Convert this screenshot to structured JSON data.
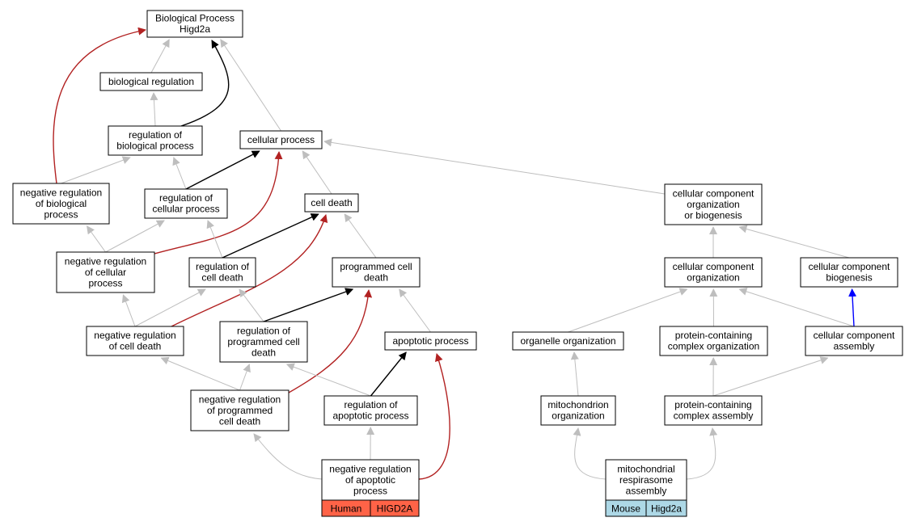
{
  "colors": {
    "grey_edge": "#bebebe",
    "black_edge": "#000000",
    "red_edge": "#b22222",
    "blue_edge": "#0000ff",
    "human_fill": "#ff6347",
    "mouse_fill": "#add8e6",
    "node_fill": "#ffffff",
    "node_stroke": "#000000"
  },
  "nodes": [
    {
      "id": "bp",
      "lines": [
        "Biological Process",
        "Higd2a"
      ]
    },
    {
      "id": "bioreg",
      "lines": [
        "biological regulation"
      ]
    },
    {
      "id": "regbp",
      "lines": [
        "regulation of",
        "biological process"
      ]
    },
    {
      "id": "cellproc",
      "lines": [
        "cellular process"
      ]
    },
    {
      "id": "negregbp",
      "lines": [
        "negative regulation",
        "of biological",
        "process"
      ]
    },
    {
      "id": "regcp",
      "lines": [
        "regulation of",
        "cellular process"
      ]
    },
    {
      "id": "celldeath",
      "lines": [
        "cell death"
      ]
    },
    {
      "id": "ccob",
      "lines": [
        "cellular component",
        "organization",
        "or biogenesis"
      ]
    },
    {
      "id": "negregcp",
      "lines": [
        "negative regulation",
        "of cellular",
        "process"
      ]
    },
    {
      "id": "regcd",
      "lines": [
        "regulation of",
        "cell death"
      ]
    },
    {
      "id": "pcd",
      "lines": [
        "programmed cell",
        "death"
      ]
    },
    {
      "id": "cco",
      "lines": [
        "cellular component",
        "organization"
      ]
    },
    {
      "id": "ccb",
      "lines": [
        "cellular component",
        "biogenesis"
      ]
    },
    {
      "id": "negregcd",
      "lines": [
        "negative regulation",
        "of cell death"
      ]
    },
    {
      "id": "regpcd",
      "lines": [
        "regulation of",
        "programmed cell",
        "death"
      ]
    },
    {
      "id": "apop",
      "lines": [
        "apoptotic process"
      ]
    },
    {
      "id": "orgorg",
      "lines": [
        "organelle organization"
      ]
    },
    {
      "id": "pcco",
      "lines": [
        "protein-containing",
        "complex organization"
      ]
    },
    {
      "id": "cca",
      "lines": [
        "cellular component",
        "assembly"
      ]
    },
    {
      "id": "negregpcd",
      "lines": [
        "negative regulation",
        "of programmed",
        "cell death"
      ]
    },
    {
      "id": "regap",
      "lines": [
        "regulation of",
        "apoptotic process"
      ]
    },
    {
      "id": "mitoorg",
      "lines": [
        "mitochondrion",
        "organization"
      ]
    },
    {
      "id": "pcca",
      "lines": [
        "protein-containing",
        "complex assembly"
      ]
    },
    {
      "id": "negregap",
      "lines": [
        "negative regulation",
        "of apoptotic",
        "process"
      ],
      "tags": [
        {
          "label": "Human",
          "color": "#ff6347"
        },
        {
          "label": "HIGD2A",
          "color": "#ff6347"
        }
      ]
    },
    {
      "id": "mitoresp",
      "lines": [
        "mitochondrial",
        "respirasome",
        "assembly"
      ],
      "tags": [
        {
          "label": "Mouse",
          "color": "#add8e6"
        },
        {
          "label": "Higd2a",
          "color": "#add8e6"
        }
      ]
    }
  ],
  "edges": [
    {
      "from": "bioreg",
      "to": "bp",
      "color": "grey"
    },
    {
      "from": "cellproc",
      "to": "bp",
      "color": "grey"
    },
    {
      "from": "regbp",
      "to": "bp",
      "color": "black"
    },
    {
      "from": "negregbp",
      "to": "bp",
      "color": "red"
    },
    {
      "from": "regbp",
      "to": "bioreg",
      "color": "grey"
    },
    {
      "from": "negregbp",
      "to": "regbp",
      "color": "grey"
    },
    {
      "from": "regcp",
      "to": "regbp",
      "color": "grey"
    },
    {
      "from": "regcp",
      "to": "cellproc",
      "color": "black"
    },
    {
      "from": "negregcp",
      "to": "cellproc",
      "color": "red"
    },
    {
      "from": "celldeath",
      "to": "cellproc",
      "color": "grey"
    },
    {
      "from": "ccob",
      "to": "cellproc",
      "color": "grey"
    },
    {
      "from": "negregcp",
      "to": "negregbp",
      "color": "grey"
    },
    {
      "from": "negregcp",
      "to": "regcp",
      "color": "grey"
    },
    {
      "from": "regcd",
      "to": "regcp",
      "color": "grey"
    },
    {
      "from": "regcd",
      "to": "celldeath",
      "color": "black"
    },
    {
      "from": "negregcd",
      "to": "celldeath",
      "color": "red"
    },
    {
      "from": "pcd",
      "to": "celldeath",
      "color": "grey"
    },
    {
      "from": "negregcd",
      "to": "negregcp",
      "color": "grey"
    },
    {
      "from": "negregcd",
      "to": "regcd",
      "color": "grey"
    },
    {
      "from": "regpcd",
      "to": "regcd",
      "color": "grey"
    },
    {
      "from": "regpcd",
      "to": "pcd",
      "color": "black"
    },
    {
      "from": "negregpcd",
      "to": "pcd",
      "color": "red"
    },
    {
      "from": "apop",
      "to": "pcd",
      "color": "grey"
    },
    {
      "from": "negregpcd",
      "to": "negregcd",
      "color": "grey"
    },
    {
      "from": "negregpcd",
      "to": "regpcd",
      "color": "grey"
    },
    {
      "from": "regap",
      "to": "regpcd",
      "color": "grey"
    },
    {
      "from": "regap",
      "to": "apop",
      "color": "black"
    },
    {
      "from": "negregap",
      "to": "apop",
      "color": "red"
    },
    {
      "from": "negregap",
      "to": "negregpcd",
      "color": "grey"
    },
    {
      "from": "negregap",
      "to": "regap",
      "color": "grey"
    },
    {
      "from": "cco",
      "to": "ccob",
      "color": "grey"
    },
    {
      "from": "ccb",
      "to": "ccob",
      "color": "grey"
    },
    {
      "from": "orgorg",
      "to": "cco",
      "color": "grey"
    },
    {
      "from": "pcco",
      "to": "cco",
      "color": "grey"
    },
    {
      "from": "cca",
      "to": "cco",
      "color": "grey"
    },
    {
      "from": "cca",
      "to": "ccb",
      "color": "blue"
    },
    {
      "from": "mitoorg",
      "to": "orgorg",
      "color": "grey"
    },
    {
      "from": "pcca",
      "to": "pcco",
      "color": "grey"
    },
    {
      "from": "pcca",
      "to": "cca",
      "color": "grey"
    },
    {
      "from": "mitoresp",
      "to": "mitoorg",
      "color": "grey"
    },
    {
      "from": "mitoresp",
      "to": "pcca",
      "color": "grey"
    }
  ]
}
